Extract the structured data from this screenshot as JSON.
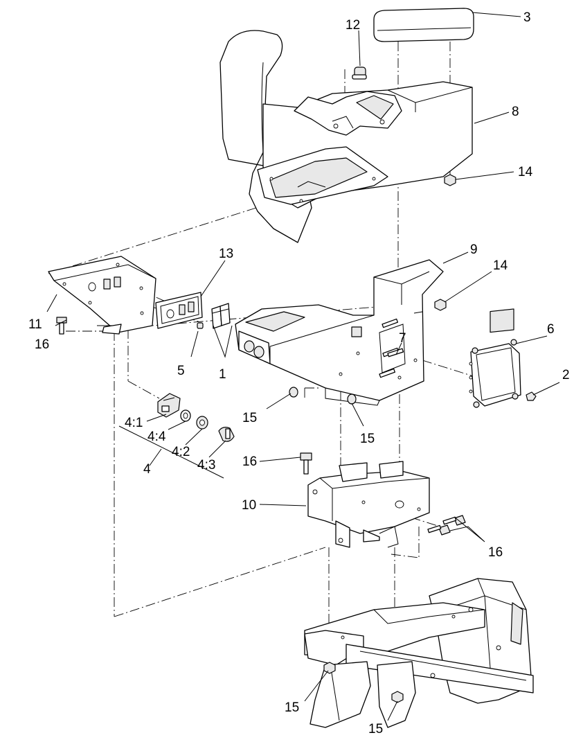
{
  "callouts": {
    "c1": "1",
    "c2": "2",
    "c3": "3",
    "c4": "4",
    "c4_1": "4:1",
    "c4_2": "4:2",
    "c4_3": "4:3",
    "c4_4": "4:4",
    "c5": "5",
    "c6": "6",
    "c7": "7",
    "c8": "8",
    "c9": "9",
    "c10": "10",
    "c11": "11",
    "c12": "12",
    "c13": "13",
    "c14a": "14",
    "c14b": "14",
    "c15a": "15",
    "c15b": "15",
    "c15c": "15",
    "c15d": "15",
    "c16a": "16",
    "c16b": "16",
    "c16c": "16"
  }
}
